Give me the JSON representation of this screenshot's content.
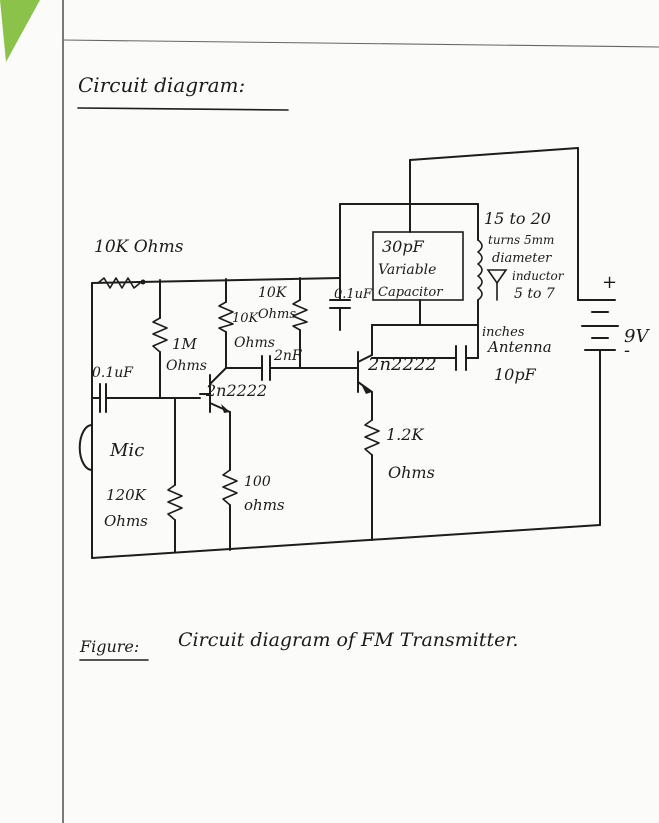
{
  "heading": "Circuit diagram:",
  "caption": {
    "label": "Figure:",
    "text": "Circuit diagram of FM Transmitter."
  },
  "components": {
    "r_10k_top": "10K Ohms",
    "r_1m_a": "1M",
    "r_1m_b": "Ohms",
    "c_01uf_in": "0.1uF",
    "mic": "Mic",
    "r_120k_a": "120K",
    "r_120k_b": "Ohms",
    "r_10k_bias_a": "10K",
    "r_10k_bias_b": "Ohms",
    "r_10k_left_a": "10K",
    "r_10k_left_b": "Ohms",
    "c_2nf": "2nF",
    "q1": "2n2222",
    "r_100_a": "100",
    "r_100_b": "ohms",
    "c_01uf_tank": "0.1uF",
    "vcap_a": "30pF",
    "vcap_b": "Variable",
    "vcap_c": "Capacitor",
    "inductor_a": "15 to 20",
    "inductor_b": "turns 5mm",
    "inductor_c": "diameter",
    "inductor_d": "inductor",
    "antenna_a": "5 to 7",
    "antenna_b": "inches",
    "antenna_c": "Antenna",
    "q2": "2n2222",
    "c_10pf": "10pF",
    "r_12k_a": "1.2K",
    "r_12k_b": "Ohms",
    "battery": "9V",
    "battery_plus": "+",
    "battery_minus": "-"
  }
}
